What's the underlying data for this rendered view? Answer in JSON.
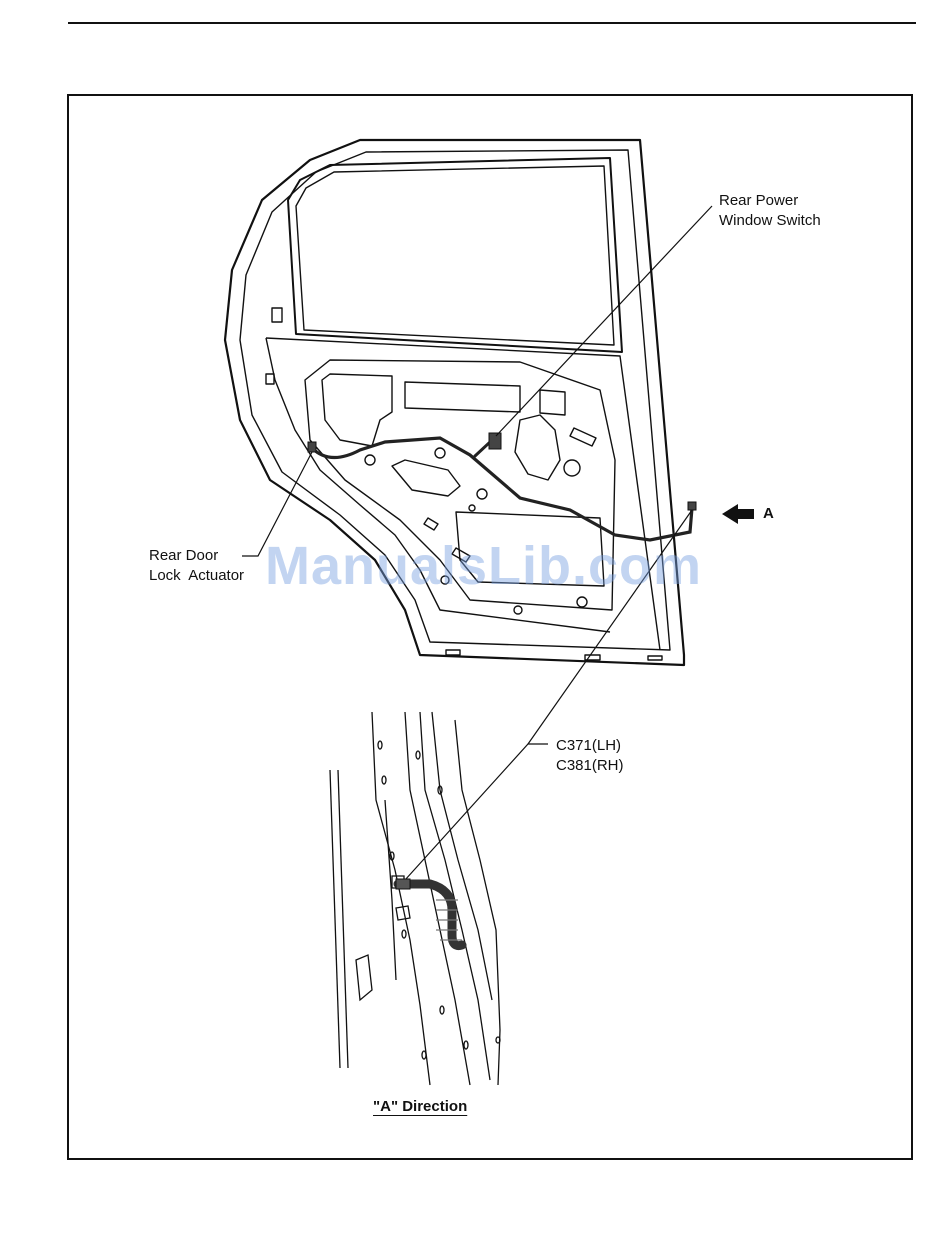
{
  "labels": {
    "rear_power_window_switch": [
      "Rear Power",
      "Window Switch"
    ],
    "rear_door_lock_actuator": [
      "Rear Door",
      "Lock  Actuator"
    ],
    "direction_arrow": "A",
    "connector": [
      "C371(LH)",
      "C381(RH)"
    ],
    "view_caption": "\"A\" Direction"
  },
  "watermark": "ManualsLib.com",
  "colors": {
    "line": "#111111",
    "watermark": "#78a0e1",
    "harness": "#444444"
  }
}
